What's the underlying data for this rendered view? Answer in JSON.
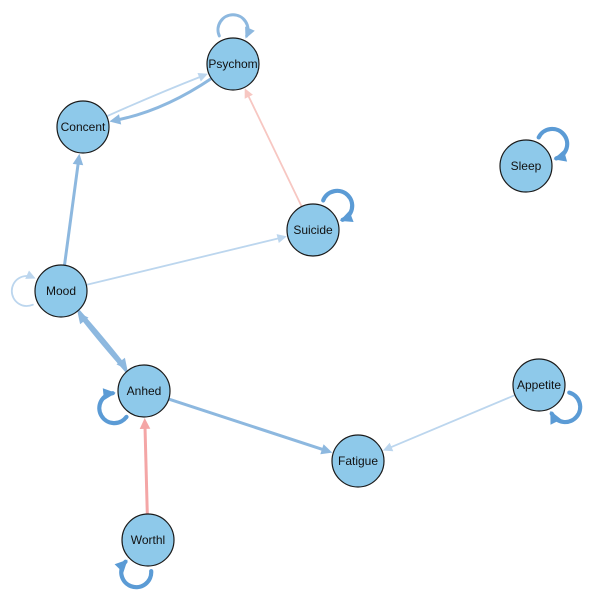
{
  "colors": {
    "node_fill": "#8ec9ea",
    "node_stroke": "#1a1a1a",
    "positive_strong": "#5b9bd5",
    "positive_mid": "#8db8df",
    "positive_weak": "#bcd6ee",
    "negative_mid": "#f4a6a6",
    "negative_weak": "#f7c7c2"
  },
  "nodes": [
    {
      "id": "psychom",
      "label": "Psychom"
    },
    {
      "id": "concent",
      "label": "Concent"
    },
    {
      "id": "sleep",
      "label": "Sleep"
    },
    {
      "id": "suicide",
      "label": "Suicide"
    },
    {
      "id": "mood",
      "label": "Mood"
    },
    {
      "id": "anhed",
      "label": "Anhed"
    },
    {
      "id": "appetite",
      "label": "Appetite"
    },
    {
      "id": "fatigue",
      "label": "Fatigue"
    },
    {
      "id": "worthl",
      "label": "Worthl"
    }
  ],
  "edges": [
    {
      "from": "psychom",
      "to": "concent",
      "sign": "positive",
      "strength": "mid"
    },
    {
      "from": "concent",
      "to": "psychom",
      "sign": "positive",
      "strength": "weak"
    },
    {
      "from": "suicide",
      "to": "psychom",
      "sign": "negative",
      "strength": "weak"
    },
    {
      "from": "mood",
      "to": "concent",
      "sign": "positive",
      "strength": "mid"
    },
    {
      "from": "mood",
      "to": "suicide",
      "sign": "positive",
      "strength": "weak"
    },
    {
      "from": "mood",
      "to": "anhed",
      "sign": "positive",
      "strength": "mid"
    },
    {
      "from": "anhed",
      "to": "mood",
      "sign": "positive",
      "strength": "mid"
    },
    {
      "from": "anhed",
      "to": "fatigue",
      "sign": "positive",
      "strength": "mid"
    },
    {
      "from": "appetite",
      "to": "fatigue",
      "sign": "positive",
      "strength": "weak"
    },
    {
      "from": "worthl",
      "to": "anhed",
      "sign": "negative",
      "strength": "mid"
    }
  ],
  "self_loops": [
    {
      "node": "psychom",
      "strength": "mid"
    },
    {
      "node": "sleep",
      "strength": "strong"
    },
    {
      "node": "suicide",
      "strength": "strong"
    },
    {
      "node": "mood",
      "strength": "weak"
    },
    {
      "node": "anhed",
      "strength": "strong"
    },
    {
      "node": "appetite",
      "strength": "strong"
    },
    {
      "node": "worthl",
      "strength": "strong"
    }
  ]
}
